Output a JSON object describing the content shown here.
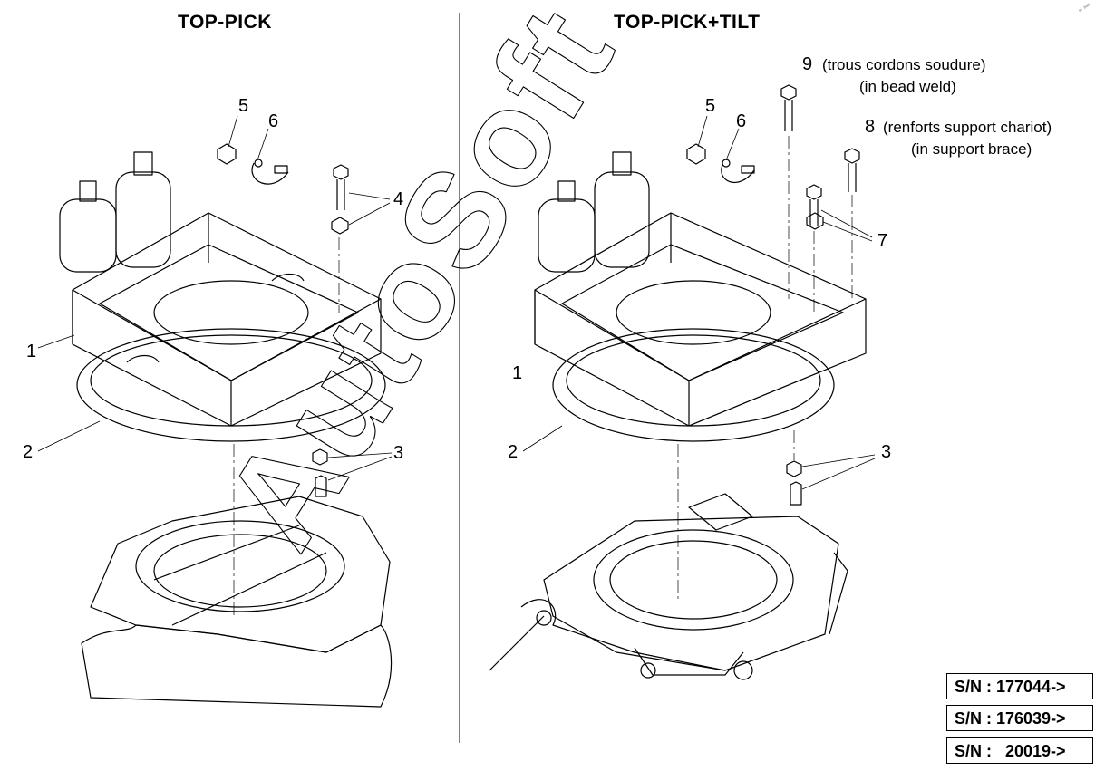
{
  "panels": {
    "left": {
      "title": "TOP-PICK"
    },
    "right": {
      "title": "TOP-PICK+TILT"
    }
  },
  "callouts": {
    "left": [
      "1",
      "2",
      "3",
      "4",
      "5",
      "6"
    ],
    "right": [
      "1",
      "2",
      "3",
      "5",
      "6",
      "7",
      "8",
      "9"
    ]
  },
  "notes": {
    "item9_fr": "(trous cordons soudure)",
    "item9_en": "(in bead weld)",
    "item8_fr": "(renforts support chariot)",
    "item8_en": "(in support brace)"
  },
  "serial_numbers": [
    "S/N : 177044->",
    "S/N : 176039->",
    "S/N :   20019->"
  ],
  "watermark": "AutoSoft",
  "corner_mark": "ᵉᶠ ᵃᵃᵃ"
}
